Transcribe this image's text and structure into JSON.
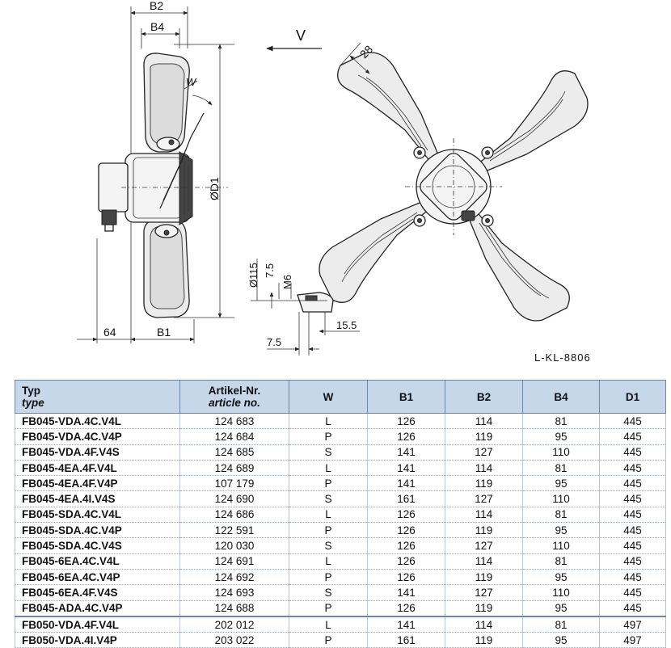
{
  "drawing": {
    "dims": {
      "b2": "B2",
      "b4": "B4",
      "w": "W",
      "d1": "ØD1",
      "b1": "B1",
      "d64": "64",
      "v": "V",
      "d28": "28",
      "d115": "Ø115",
      "d75a": "7.5",
      "m6": "M6",
      "d155": "15.5",
      "d75b": "7.5"
    },
    "reference": "L-KL-8806"
  },
  "table": {
    "headers": {
      "typ": "Typ",
      "typ_en": "type",
      "artikel": "Artikel-Nr.",
      "artikel_en": "article no.",
      "w": "W",
      "b1": "B1",
      "b2": "B2",
      "b4": "B4",
      "d1": "D1"
    },
    "rows": [
      {
        "typ": "FB045-VDA.4C.V4L",
        "art": "124 683",
        "w": "L",
        "b1": "126",
        "b2": "114",
        "b4": "81",
        "d1": "445"
      },
      {
        "typ": "FB045-VDA.4C.V4P",
        "art": "124 684",
        "w": "P",
        "b1": "126",
        "b2": "119",
        "b4": "95",
        "d1": "445"
      },
      {
        "typ": "FB045-VDA.4F.V4S",
        "art": "124 685",
        "w": "S",
        "b1": "141",
        "b2": "127",
        "b4": "110",
        "d1": "445"
      },
      {
        "typ": "FB045-4EA.4F.V4L",
        "art": "124 689",
        "w": "L",
        "b1": "141",
        "b2": "114",
        "b4": "81",
        "d1": "445"
      },
      {
        "typ": "FB045-4EA.4F.V4P",
        "art": "107 179",
        "w": "P",
        "b1": "141",
        "b2": "119",
        "b4": "95",
        "d1": "445"
      },
      {
        "typ": "FB045-4EA.4I.V4S",
        "art": "124 690",
        "w": "S",
        "b1": "161",
        "b2": "127",
        "b4": "110",
        "d1": "445"
      },
      {
        "typ": "FB045-SDA.4C.V4L",
        "art": "124 686",
        "w": "L",
        "b1": "126",
        "b2": "114",
        "b4": "81",
        "d1": "445"
      },
      {
        "typ": "FB045-SDA.4C.V4P",
        "art": "122 591",
        "w": "P",
        "b1": "126",
        "b2": "119",
        "b4": "95",
        "d1": "445"
      },
      {
        "typ": "FB045-SDA.4C.V4S",
        "art": "120 030",
        "w": "S",
        "b1": "126",
        "b2": "127",
        "b4": "110",
        "d1": "445"
      },
      {
        "typ": "FB045-6EA.4C.V4L",
        "art": "124 691",
        "w": "L",
        "b1": "126",
        "b2": "114",
        "b4": "81",
        "d1": "445"
      },
      {
        "typ": "FB045-6EA.4C.V4P",
        "art": "124 692",
        "w": "P",
        "b1": "126",
        "b2": "119",
        "b4": "95",
        "d1": "445"
      },
      {
        "typ": "FB045-6EA.4F.V4S",
        "art": "124 693",
        "w": "S",
        "b1": "141",
        "b2": "127",
        "b4": "110",
        "d1": "445"
      },
      {
        "typ": "FB045-ADA.4C.V4P",
        "art": "124 688",
        "w": "P",
        "b1": "126",
        "b2": "119",
        "b4": "95",
        "d1": "445"
      },
      {
        "typ": "FB050-VDA.4F.V4L",
        "art": "202 012",
        "w": "L",
        "b1": "141",
        "b2": "114",
        "b4": "81",
        "d1": "497",
        "group_start": true
      },
      {
        "typ": "FB050-VDA.4I.V4P",
        "art": "203 022",
        "w": "P",
        "b1": "161",
        "b2": "119",
        "b4": "95",
        "d1": "497"
      }
    ]
  }
}
